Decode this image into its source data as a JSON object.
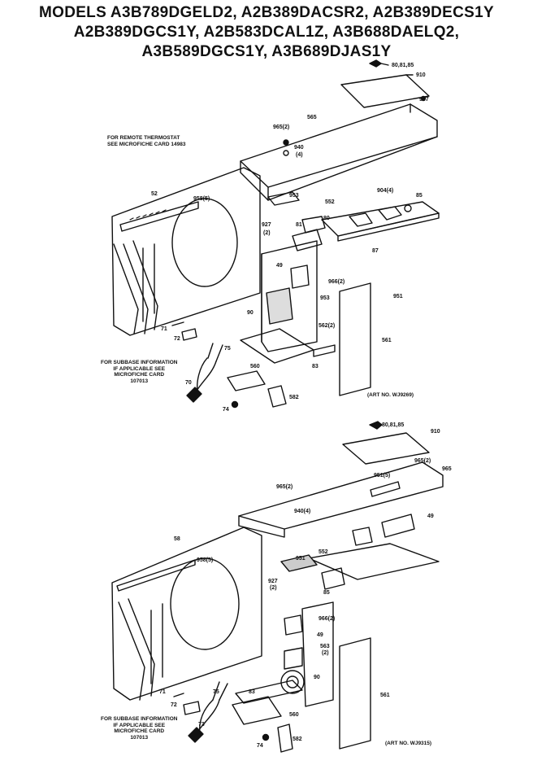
{
  "header": {
    "line1": "MODELS A3B789DGELD2, A2B389DACSR2, A2B389DECS1Y",
    "line2": "A2B389DGCS1Y, A2B583DCAL1Z, A3B688DAELQ2,",
    "line3": "A3B589DGCS1Y, A3B689DJAS1Y"
  },
  "notes": {
    "remote_line1": "FOR REMOTE THERMOSTAT",
    "remote_line2": "SEE MICROFICHE CARD 14983",
    "subbase_top_line1": "FOR SUBBASE INFORMATION",
    "subbase_top_line2": "IF APPLICABLE SEE",
    "subbase_top_line3": "MICROFICHE CARD",
    "subbase_top_line4": "107013",
    "subbase_bot_line1": "FOR SUBBASE INFORMATION",
    "subbase_bot_line2": "IF APPLICABLE SEE",
    "subbase_bot_line3": "MICROFICHE CARD",
    "subbase_bot_line4": "107013"
  },
  "art_numbers": {
    "top": "(ART NO. WJ9269)",
    "bottom": "(ART NO. WJ9315)"
  },
  "labels_top": {
    "l1": "80,81,85",
    "l2": "910",
    "l3": "967",
    "l4": "965(2)",
    "l5": "565",
    "l6": "940",
    "l7": "(4)",
    "l8": "52",
    "l9": "958(5)",
    "l10": "953",
    "l11": "552",
    "l12": "904(4)",
    "l13": "85",
    "l14": "927",
    "l15": "(2)",
    "l16": "81",
    "l17": "80",
    "l18": "87",
    "l19": "49",
    "l20": "966(2)",
    "l21": "951",
    "l22": "90",
    "l23": "953",
    "l24": "562(2)",
    "l25": "561",
    "l26": "71",
    "l27": "72",
    "l28": "75",
    "l29": "560",
    "l30": "70",
    "l31": "74",
    "l32": "582",
    "l33": "83"
  },
  "labels_bottom": {
    "b1": "80,81,85",
    "b2": "910",
    "b3": "965(2)",
    "b4": "965",
    "b5": "951(5)",
    "b6": "965(2)",
    "b7": "940(4)",
    "b8": "49",
    "b9": "58",
    "b10": "958(5)",
    "b11": "951",
    "b12": "552",
    "b13": "927",
    "b14": "(2)",
    "b15": "85",
    "b16": "966(2)",
    "b17": "49",
    "b18": "563",
    "b19": "(2)",
    "b20": "90",
    "b21": "561",
    "b22": "72",
    "b23": "71",
    "b24": "75",
    "b25": "83",
    "b26": "560",
    "b27": "73",
    "b28": "582",
    "b29": "74"
  }
}
